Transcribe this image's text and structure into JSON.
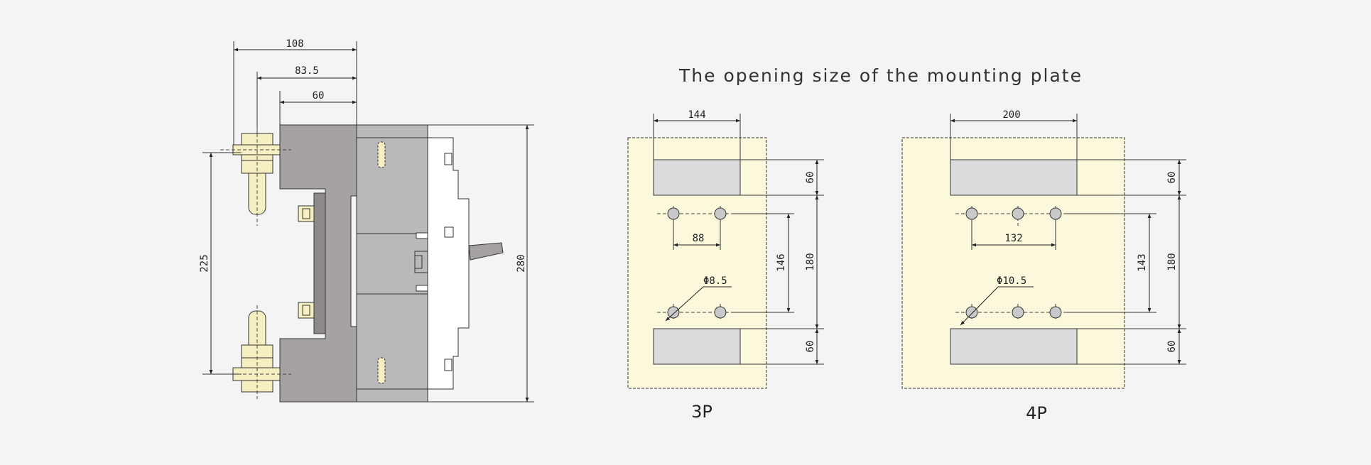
{
  "title": "The opening size of the mounting plate",
  "colors": {
    "plate_fill": "#fbf8dc",
    "breaker_gray": "#a7a2a2",
    "breaker_light": "#b9b9b9",
    "cutout_fill": "#dcdcdc",
    "terminal_fill": "#f5efc2"
  },
  "side_view": {
    "dim_total_depth": "108",
    "dim_terminal": "83.5",
    "dim_base": "60",
    "dim_terminal_pitch": "225",
    "dim_height": "280"
  },
  "plate_3p": {
    "label": "3P",
    "dim_cutout_width": "144",
    "dim_top_cutout_height": "60",
    "dim_hole_spacing": "88",
    "dim_hole_pitch": "146",
    "dim_inner_height": "180",
    "dim_hole_diameter": "Φ8.5",
    "dim_bottom_cutout_height": "60"
  },
  "plate_4p": {
    "label": "4P",
    "dim_cutout_width": "200",
    "dim_top_cutout_height": "60",
    "dim_hole_spacing": "132",
    "dim_hole_pitch": "143",
    "dim_inner_height": "180",
    "dim_hole_diameter": "Φ10.5",
    "dim_bottom_cutout_height": "60"
  }
}
